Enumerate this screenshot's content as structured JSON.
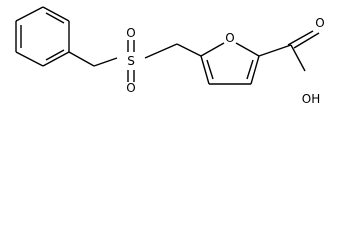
{
  "diagram": {
    "labels": {
      "sulfur": "S",
      "sulfonyl_oxygen_top": "O",
      "sulfonyl_oxygen_bottom": "O",
      "furan_oxygen": "O",
      "carbonyl_oxygen": "O",
      "hydroxyl": "OH"
    },
    "colors": {
      "bond": "#000000",
      "text": "#000000",
      "background": "#ffffff"
    }
  }
}
